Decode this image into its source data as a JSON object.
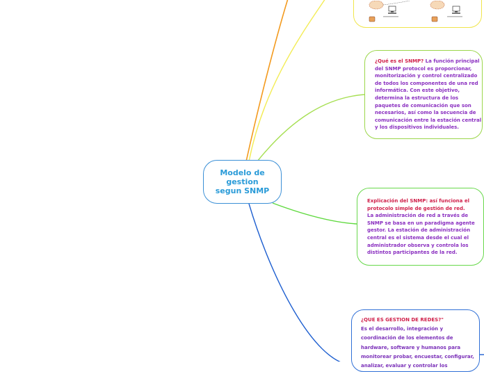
{
  "central": {
    "title": "Modelo de gestion segun SNMP"
  },
  "colors": {
    "orange_branch": "#f39a1e",
    "yellow_branch": "#f3ec55",
    "lime_branch": "#a6df52",
    "green_branch": "#5fd93e",
    "blue_branch": "#1e5fd0",
    "central_border": "#3a8fd6",
    "body_text": "#8a2fc0",
    "accent_text": "#d0204a"
  },
  "nodes": {
    "snmp_images": {
      "icons": [
        "cloud-icon",
        "computer-icon",
        "database-icon"
      ]
    },
    "que_es": {
      "heading": "¿Qué es el SNMP?",
      "text": " La función principal del SNMP protocol es proporcionar, monitorización y control centralizado de todos los componentes de una red informática. Con este objetivo, determina la estructura de los paquetes de comunicación que son necesarios, así como la secuencia de comunicación entre la estación central y los dispositivos individuales."
    },
    "explicacion": {
      "heading": "Explicación del SNMP: así funciona el protocolo simple de gestión de red.",
      "text": "La administración de red a través de SNMP se basa en un paradigma agente gestor. La estación de administración central es el sistema desde el cual el administrador observa y controla los distintos participantes de la red."
    },
    "gestion_redes": {
      "heading": "¿QUE ES GESTION DE REDES?\"",
      "text": "Es el desarrollo, integración y coordinación de los elementos de hardware, software y humanos para monitorear probar, encuestar, configurar, analizar, evaluar y controlar los"
    }
  }
}
